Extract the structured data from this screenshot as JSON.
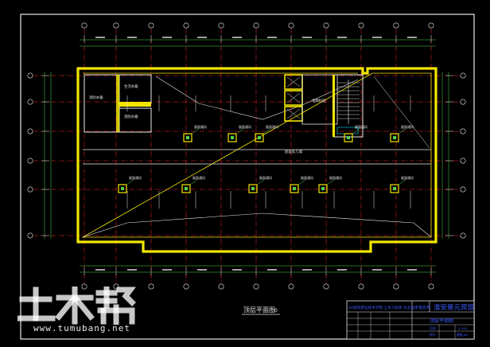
{
  "drawing": {
    "title": "顶层平面图",
    "scale_mark": "0",
    "colors": {
      "background": "#000000",
      "frame": "#e8e8e8",
      "wall": "#f2e600",
      "grid": "#ff2a2a",
      "dim": "#4fd64f",
      "text": "#e6e6e6",
      "blue": "#3c5cff",
      "cyan": "#00d4ff"
    },
    "room_labels": [
      {
        "id": "tank-1",
        "text": "消防水箱"
      },
      {
        "id": "tank-2",
        "text": "生活水箱"
      },
      {
        "id": "tank-3",
        "text": "消防水箱"
      },
      {
        "id": "elevator-machine",
        "text": "电梯机房"
      }
    ],
    "vent_label": "屋面通风",
    "center_label": "屋面女儿墙",
    "vent_count": 11
  },
  "title_block": {
    "school": "XX建筑职业技术学院 土木工程系 毕业设计",
    "project_label": "工程名称",
    "project_name": "淮安景元宾馆",
    "drawing_name": "顶层平面图",
    "scale_label": "比例",
    "scale_value": "1:100",
    "sheet_label": "图号",
    "sheet_value": "建施-06"
  },
  "watermark": {
    "logo_text": "土木帮",
    "url": "www.tumubang.net"
  }
}
